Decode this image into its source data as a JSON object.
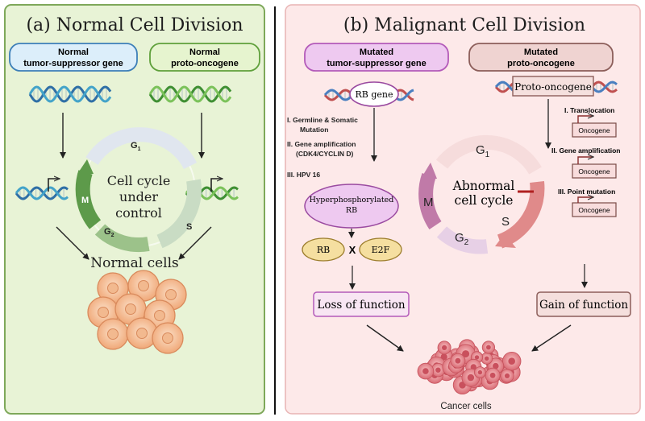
{
  "panel_a": {
    "title": "(a) Normal Cell Division",
    "box_tsg": {
      "line1": "Normal",
      "line2": "tumor-suppressor gene"
    },
    "box_onc": {
      "line1": "Normal",
      "line2": "proto-oncogene"
    },
    "cycle": {
      "center_line1": "Cell cycle",
      "center_line2": "under",
      "center_line3": "control",
      "g1": "G",
      "g1_sub": "1",
      "s": "S",
      "g2": "G",
      "g2_sub": "2",
      "m": "M"
    },
    "result": "Normal cells"
  },
  "panel_b": {
    "title": "(b) Malignant Cell Division",
    "box_tsg": {
      "line1": "Mutated",
      "line2": "tumor-suppressor gene"
    },
    "box_onc": {
      "line1": "Mutated",
      "line2": "proto-oncogene"
    },
    "rb_gene": "RB gene",
    "proto_oncogene_label": "Proto-oncogene",
    "tsg_mechanisms": {
      "i_1": "I.  Germline & Somatic",
      "i_2": "Mutation",
      "ii_1": "II.  Gene amplification",
      "ii_2": "(CDK4/CYCLIN D)",
      "iii": "III.  HPV 16"
    },
    "hyper_1": "Hyperphosphorylated",
    "hyper_2": "RB",
    "rb": "RB",
    "x": "X",
    "e2f": "E2F",
    "loss": "Loss of function",
    "onc_mechanisms": {
      "i": "I.  Translocation",
      "ii": "II.  Gene amplification",
      "iii": "III.  Point mutation",
      "oncogene": "Oncogene"
    },
    "cycle": {
      "center_line1": "Abnormal",
      "center_line2": "cell cycle",
      "g1": "G",
      "g1_sub": "1",
      "s": "S",
      "g2": "G",
      "g2_sub": "2",
      "m": "M"
    },
    "gain": "Gain of function",
    "result": "Cancer cells"
  },
  "colors": {
    "panel_a_bg": "#e8f3d6",
    "panel_a_border": "#7ea85a",
    "panel_b_bg": "#fde9e9",
    "panel_b_border": "#e8b4b4",
    "tsg_blue": "#dceefa",
    "proto_green": "#e6f4cf",
    "mutated_purple": "#eec9f0",
    "mutated_proto": "#efd3d1",
    "cell_peach": "#f6c6a0",
    "cancer_pink": "#e78f96"
  }
}
